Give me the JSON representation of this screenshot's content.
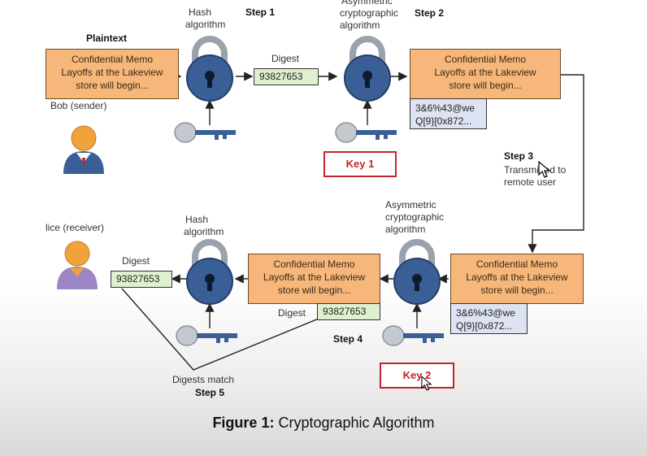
{
  "labels": {
    "plaintext": "Plaintext",
    "bob": "Bob (sender)",
    "alice": "lice (receiver)",
    "hash_top_1": "Hash",
    "hash_top_2": "algorithm",
    "step1": "Step 1",
    "digest_top": "Digest",
    "asym_top_1": "Asymmetric",
    "asym_top_2": "cryptographic",
    "asym_top_3": "algorithm",
    "step2": "Step 2",
    "step3": "Step 3",
    "step3_desc_1": "Transmitted to",
    "step3_desc_2": "remote user",
    "asym_bot_1": "Asymmetric",
    "asym_bot_2": "cryptographic",
    "asym_bot_3": "algorithm",
    "hash_bot_1": "Hash",
    "hash_bot_2": "algorithm",
    "digest_left": "Digest",
    "digest_mid": "Digest",
    "step4": "Step 4",
    "digests_match": "Digests match",
    "step5": "Step 5"
  },
  "memo": {
    "line1": "Confidential Memo",
    "line2": "Layoffs at the Lakeview",
    "line3": "store will begin..."
  },
  "digest_value": "93827653",
  "cipher": {
    "line1": "3&6%43@we",
    "line2": "Q[9}[0x872..."
  },
  "keys": {
    "key1": "Key 1",
    "key2": "Key 2"
  },
  "caption": {
    "prefix": "Figure 1:",
    "text": "Cryptographic Algorithm"
  },
  "colors": {
    "lock_blue": "#3a5f96",
    "memo_orange": "#f7b77a",
    "digest_green": "#dff0d0",
    "cipher_blue": "#dde3f2",
    "key_red": "#c0262d",
    "person_orange": "#f0a33a"
  }
}
